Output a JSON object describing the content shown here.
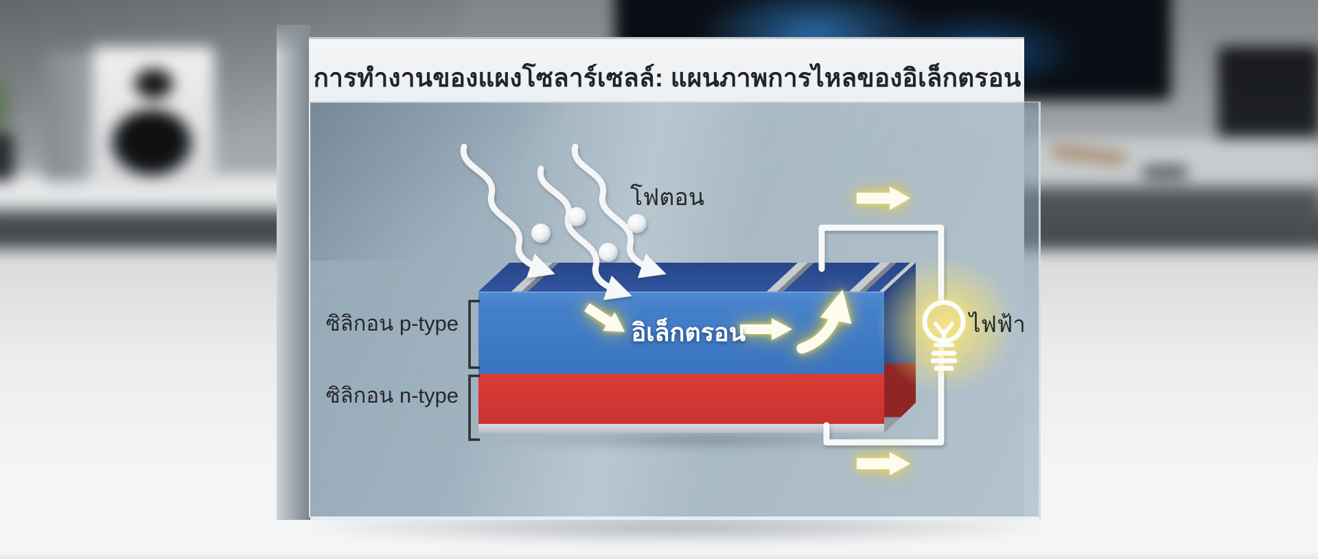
{
  "panel": {
    "title": "การทำงานของแผงโซลาร์เซลล์: แผนภาพการไหลของอิเล็กตรอน"
  },
  "diagram": {
    "photon_label": "โฟตอน",
    "p_type_label": "ซิลิกอน p-type",
    "n_type_label": "ซิลิกอน n-type",
    "electron_label": "อิเล็กตรอน",
    "electricity_label": "ไฟฟ้า",
    "colors": {
      "cell_top_face": "#2c4d99",
      "p_layer": "#3e7bc6",
      "n_layer": "#d23431",
      "bus_bar": "#b9bfc4",
      "wire": "#f6f8f8",
      "glow_arrow": "#f2da52",
      "bulb_glow": "#f6e47d",
      "glass": "#a9b9c5",
      "label_text": "#25282b",
      "electron_text": "#ffffff"
    }
  }
}
